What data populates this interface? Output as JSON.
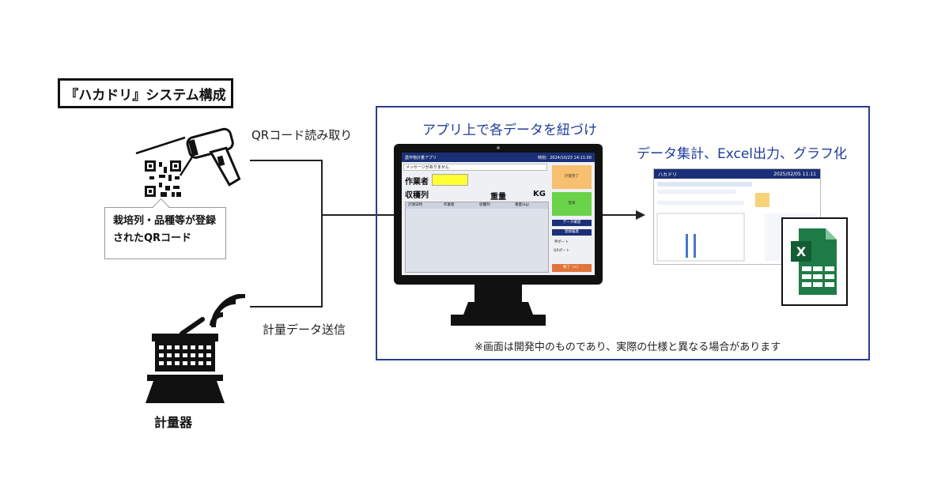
{
  "title": "『ハカドリ』システム構成",
  "labels": {
    "qr_read": "QRコード読み取り",
    "qr_note": "栽培列・品種等が登録されたQRコード",
    "weigh_send": "計量データ送信",
    "scale": "計量器",
    "app_link": "アプリ上で各データを紐づけ",
    "aggregate": "データ集計、Excel出力、グラフ化",
    "disclaimer": "※画面は開発中のものであり、実際の仕様と異なる場合があります"
  },
  "app_screen": {
    "app_name": "農作物計量アプリ",
    "datetime": "時刻：2024/10/23 14:11:00",
    "message": "メッセージがありません",
    "worker_label": "作業者",
    "row_label": "収穫列",
    "weight_label": "重量",
    "unit": "KG",
    "columns": [
      "計測日時",
      "作業者",
      "収穫列",
      "重量(kg)"
    ],
    "buttons": {
      "finish": "計量完了",
      "register": "登録",
      "data_confirm": "データ確認",
      "history": "登録履歴",
      "end": "終了（×）"
    },
    "port_labels": [
      "秤ポート",
      "QRポート"
    ]
  },
  "excel_screen": {
    "app_name": "ハカドリ",
    "datetime": "2025/02/05 11:11"
  },
  "icons": {
    "barcode_scanner": "barcode-scanner-icon",
    "qr_code": "qr-code-icon",
    "basket": "basket-icon",
    "wifi": "wifi-signal-icon",
    "monitor": "monitor-icon",
    "excel": "excel-icon"
  },
  "colors": {
    "panel_border": "#2a3c8f",
    "heading_blue": "#1f3c9a",
    "app_header": "#1b2f78",
    "excel_green": "#1e7b45"
  }
}
